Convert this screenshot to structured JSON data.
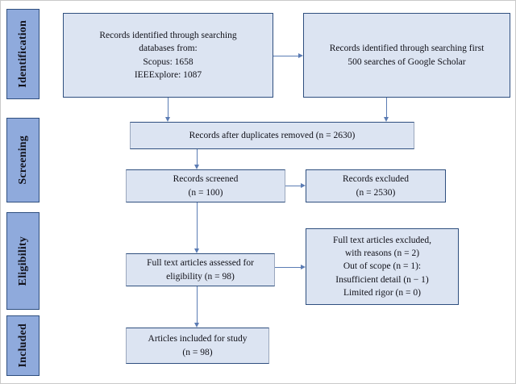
{
  "diagram": {
    "type": "prisma-flow-diagram",
    "colors": {
      "stage_fill": "#8FAADC",
      "stage_border": "#2F4F7F",
      "box_fill": "#DCE4F2",
      "box_border": "#2F4F7F",
      "connector": "#5B7CB4",
      "text": "#101018",
      "background": "#FFFFFF"
    },
    "stages": [
      {
        "id": "identification",
        "label": "Identification"
      },
      {
        "id": "screening",
        "label": "Screening"
      },
      {
        "id": "eligibility",
        "label": "Eligibility"
      },
      {
        "id": "included",
        "label": "Included"
      }
    ],
    "boxes": [
      {
        "id": "records-identified-databases",
        "text": "Records identified through searching\ndatabases from:\nScopus: 1658\nIEEExplore: 1087"
      },
      {
        "id": "records-identified-google-scholar",
        "text": "Records identified through searching first\n500 searches of Google Scholar"
      },
      {
        "id": "records-after-duplicates-removed",
        "text": "Records after duplicates removed (n = 2630)"
      },
      {
        "id": "records-screened",
        "text": "Records screened\n(n = 100)"
      },
      {
        "id": "records-excluded",
        "text": "Records excluded\n(n = 2530)"
      },
      {
        "id": "full-text-assessed",
        "text": "Full text articles assessed for\neligibility (n = 98)"
      },
      {
        "id": "full-text-excluded-reasons",
        "text": "Full text articles excluded,\nwith reasons (n = 2)\nOut of scope (n = 1):\nInsufficient detail (n − 1)\nLimited rigor (n = 0)"
      },
      {
        "id": "articles-included",
        "text": "Articles included for study\n(n = 98)"
      }
    ]
  }
}
